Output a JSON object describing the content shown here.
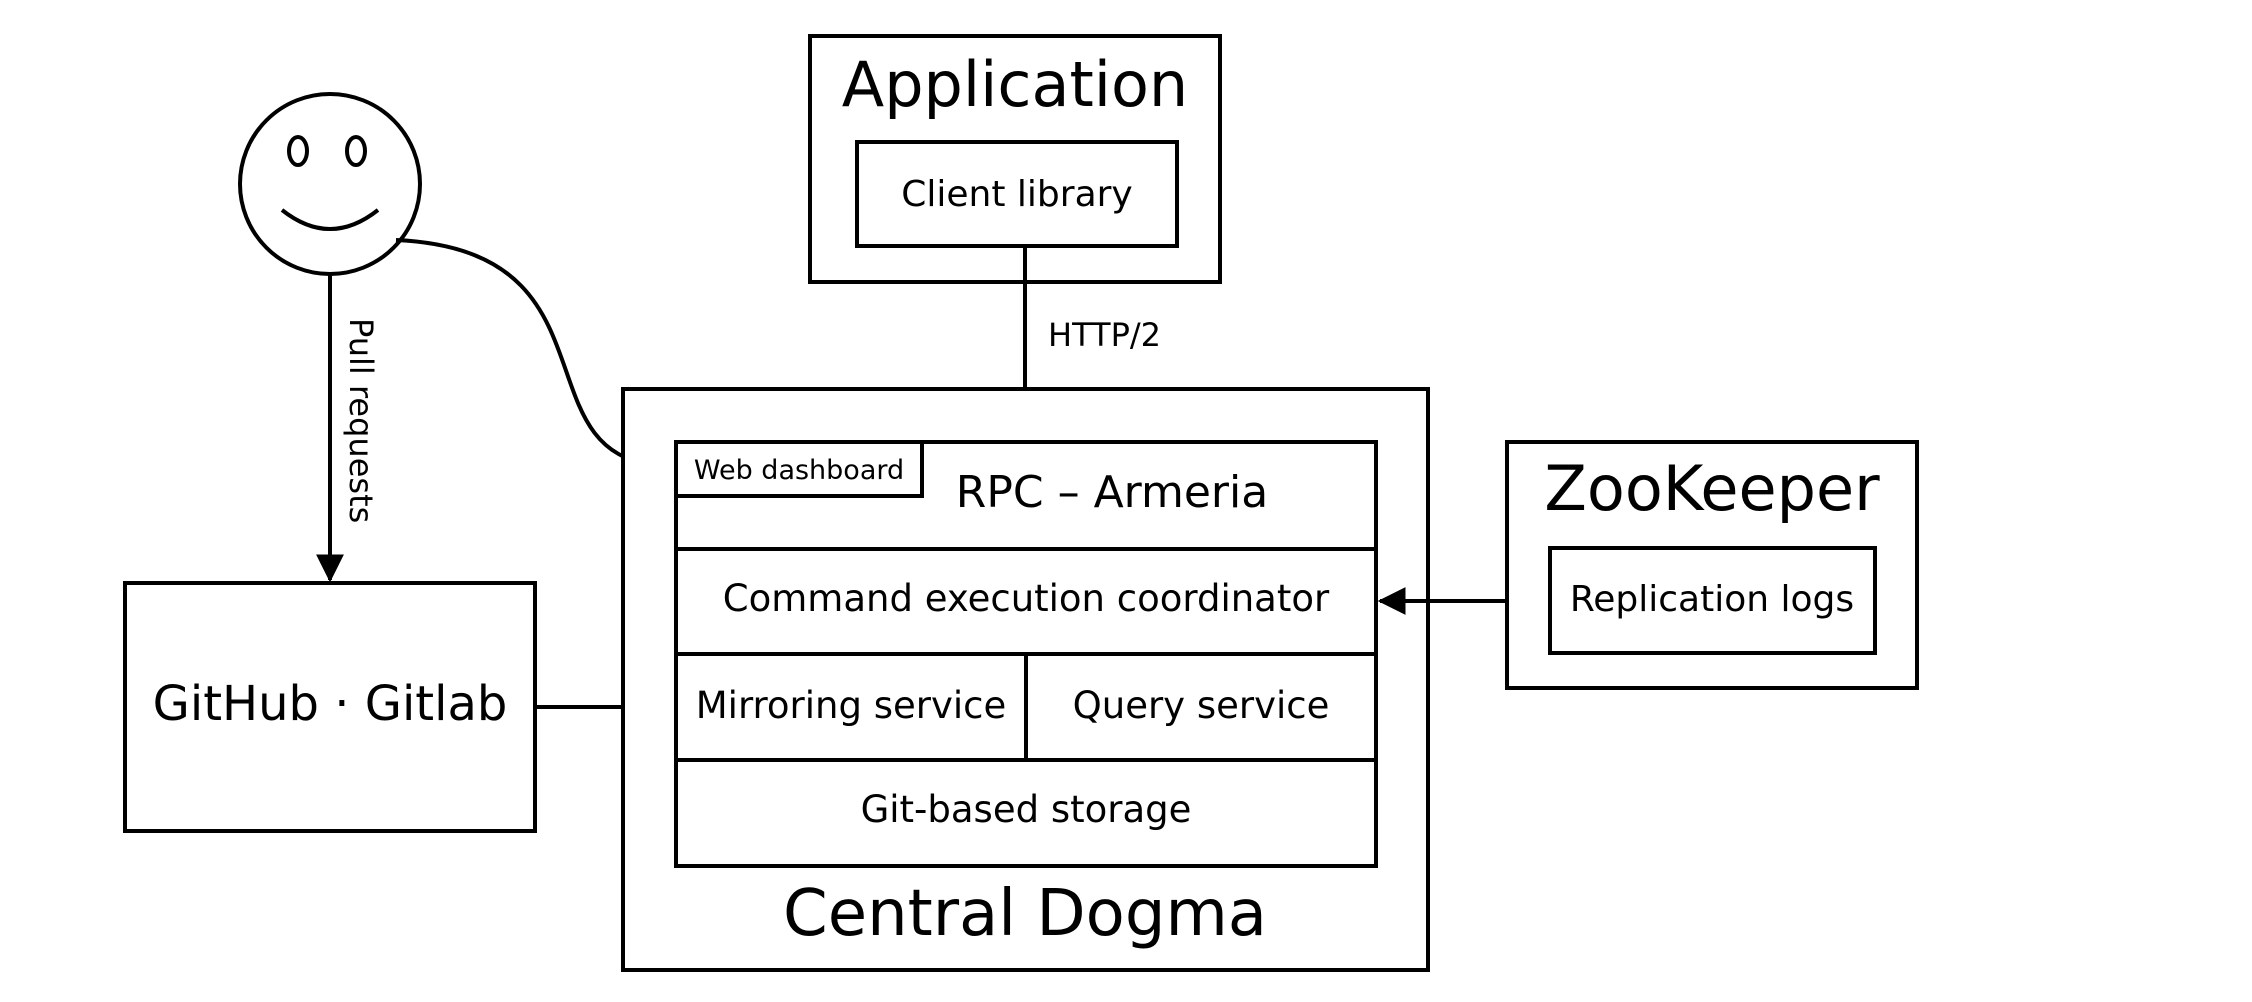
{
  "diagram": {
    "application": {
      "title": "Application",
      "client_library": "Client library"
    },
    "protocol_label": "HTTP/2",
    "user": {
      "icon": "smiley-face-icon",
      "pull_requests_label": "Pull requests"
    },
    "central_dogma": {
      "title": "Central Dogma",
      "web_dashboard": "Web dashboard",
      "rpc_layer": "RPC – Armeria",
      "command_coordinator": "Command execution coordinator",
      "mirroring_service": "Mirroring service",
      "query_service": "Query service",
      "storage": "Git-based storage"
    },
    "external_vcs": {
      "label": "GitHub · Gitlab"
    },
    "zookeeper": {
      "title": "ZooKeeper",
      "replication_logs": "Replication logs"
    }
  }
}
